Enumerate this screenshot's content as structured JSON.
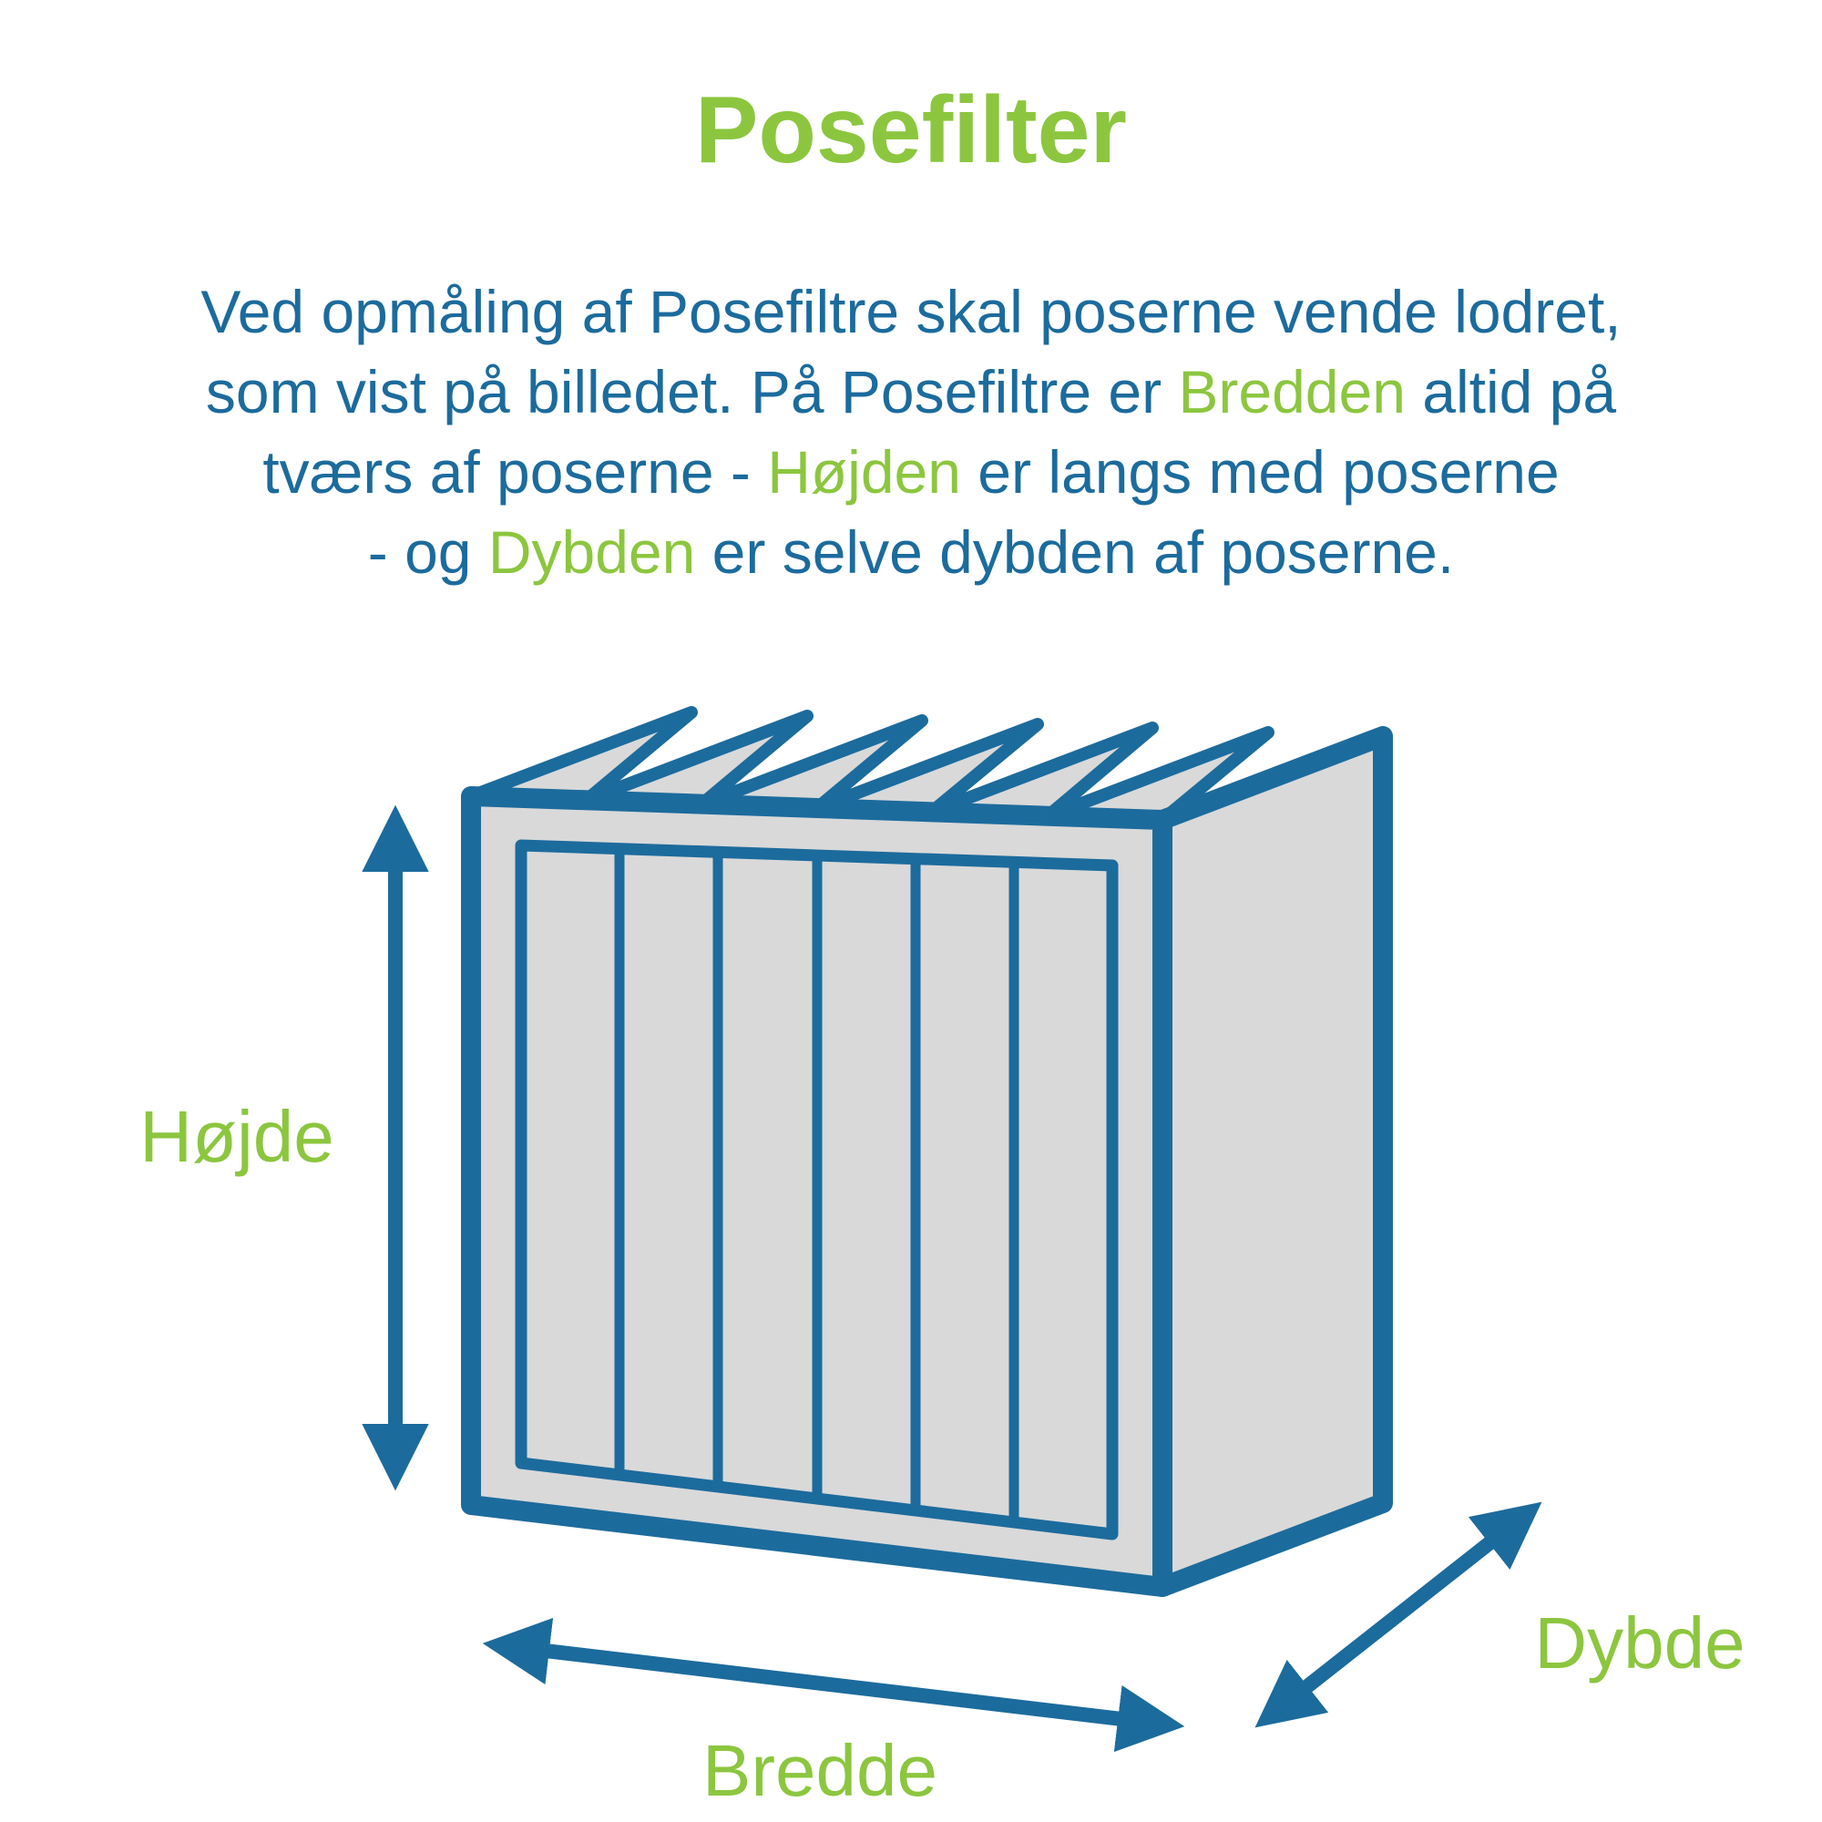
{
  "title": "Posefilter",
  "intro": {
    "line1": "Ved opmåling af Posefiltre skal poserne vende lodret,",
    "line2_pre": "som vist på billedet. På Posefiltre er ",
    "line2_highlight": "Bredden",
    "line2_post": " altid på",
    "line3_pre": "tværs af poserne - ",
    "line3_highlight": "Højden",
    "line3_post": " er langs med poserne",
    "line4_pre": "- og ",
    "line4_highlight": "Dybden",
    "line4_post": " er selve dybden af poserne."
  },
  "labels": {
    "height": "Højde",
    "width": "Bredde",
    "depth": "Dybde"
  },
  "colors": {
    "green": "#8CC63F",
    "blue": "#1C6B9D",
    "gray": "#D9D9D9",
    "background": "#FFFFFF"
  }
}
